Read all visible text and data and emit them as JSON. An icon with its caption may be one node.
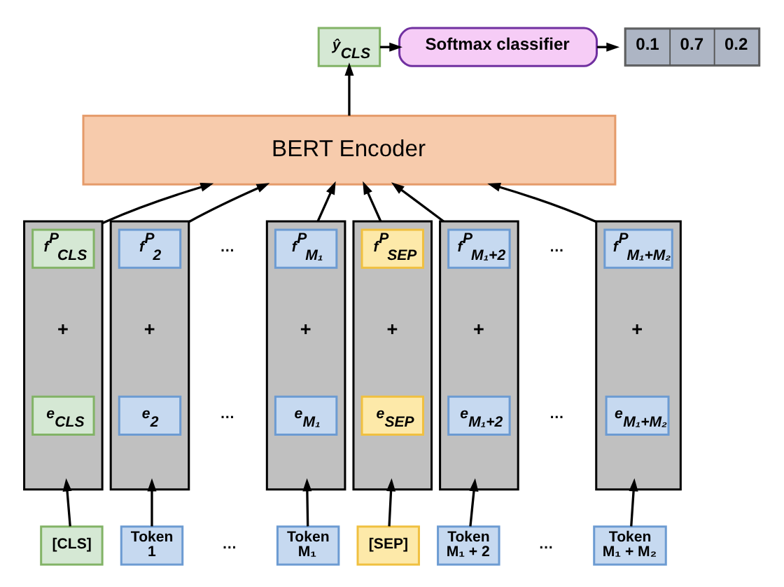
{
  "diagram": {
    "nodes": [
      {
        "text": [
          "ŷ$_{CLS}$"
        ]
      },
      {
        "text": [
          "Softmax classifier"
        ]
      },
      {
        "text": [
          "0.1",
          "0.7",
          "0.2"
        ]
      },
      {
        "text": [
          "BERT Encoder"
        ]
      },
      {
        "text": [
          "+"
        ]
      },
      {
        "text": [
          "f$^{P}$$_{CLS}$"
        ],
        "in": 4
      },
      {
        "text": [
          "e$_{CLS}$"
        ],
        "in": 4
      },
      {
        "text": [
          "+"
        ]
      },
      {
        "text": [
          "f$^{P}$$_{2}$"
        ],
        "in": 7
      },
      {
        "text": [
          "e$_{2}$"
        ],
        "in": 7
      },
      {
        "text": [
          "+"
        ]
      },
      {
        "text": [
          "f$^{P}$$_{M₁}$"
        ],
        "in": 10
      },
      {
        "text": [
          "e$_{M₁}$"
        ],
        "in": 10
      },
      {
        "text": [
          "+"
        ]
      },
      {
        "text": [
          "f$^{P}$$_{SEP}$"
        ],
        "in": 13
      },
      {
        "text": [
          "e$_{SEP}$"
        ],
        "in": 13
      },
      {
        "text": [
          "+"
        ]
      },
      {
        "text": [
          "f$^{P}$$_{M₁+2}$"
        ],
        "in": 16
      },
      {
        "text": [
          "e$_{M₁+2}$"
        ],
        "in": 16
      },
      {
        "text": [
          "+"
        ]
      },
      {
        "text": [
          "f$^{P}$$_{M₁+M₂}$"
        ],
        "in": 19
      },
      {
        "text": [
          "e$_{M₁+M₂}$"
        ],
        "in": 19
      },
      {
        "text": [
          "[CLS]"
        ]
      },
      {
        "text": [
          "Token 1"
        ]
      },
      {
        "text": [
          "Token M₁"
        ]
      },
      {
        "text": [
          "[SEP]"
        ]
      },
      {
        "text": [
          "Token M₁ + 2"
        ]
      },
      {
        "text": [
          "Token M₁ + M₂"
        ]
      }
    ],
    "edges": [
      {
        "from": 0,
        "to": 1,
        "arrow": "to"
      },
      {
        "from": 1,
        "to": 2,
        "arrow": "to"
      },
      {
        "from": 3,
        "to": 0,
        "arrow": "to"
      },
      {
        "from": 4,
        "to": 3,
        "arrow": "to"
      },
      {
        "from": 7,
        "to": 3,
        "arrow": "to"
      },
      {
        "from": 10,
        "to": 3,
        "arrow": "to"
      },
      {
        "from": 13,
        "to": 3,
        "arrow": "to"
      },
      {
        "from": 16,
        "to": 3,
        "arrow": "to"
      },
      {
        "from": 19,
        "to": 3,
        "arrow": "to"
      },
      {
        "from": 22,
        "to": 4,
        "arrow": "to"
      },
      {
        "from": 23,
        "to": 7,
        "arrow": "to"
      },
      {
        "from": 24,
        "to": 10,
        "arrow": "to"
      },
      {
        "from": 25,
        "to": 13,
        "arrow": "to"
      },
      {
        "from": 26,
        "to": 16,
        "arrow": "to"
      },
      {
        "from": 27,
        "to": 19,
        "arrow": "to"
      }
    ],
    "labels": [
      "…",
      "…",
      "…",
      "…",
      "…",
      "…"
    ]
  }
}
